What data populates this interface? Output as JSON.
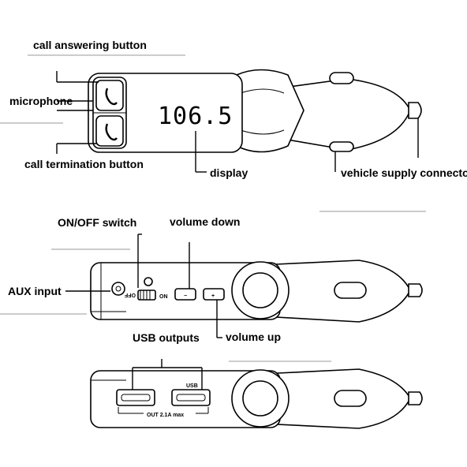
{
  "labels": {
    "call_answering_button": "call answering button",
    "microphone": "microphone",
    "call_termination_button": "call termination button",
    "display": "display",
    "vehicle_supply_connector": "vehicle supply connector",
    "on_off_switch": "ON/OFF switch",
    "volume_down": "volume down",
    "aux_input": "AUX input",
    "usb_outputs": "USB outputs",
    "volume_up": "volume up"
  },
  "device_text": {
    "display_value": "106.5",
    "switch_off": "OFF",
    "switch_on": "ON",
    "usb": "USB",
    "out_rating": "OUT 2.1A max",
    "minus": "−",
    "plus": "+"
  },
  "icons": {
    "answer": "phone-handset-icon",
    "hangup": "phone-handset-icon"
  }
}
